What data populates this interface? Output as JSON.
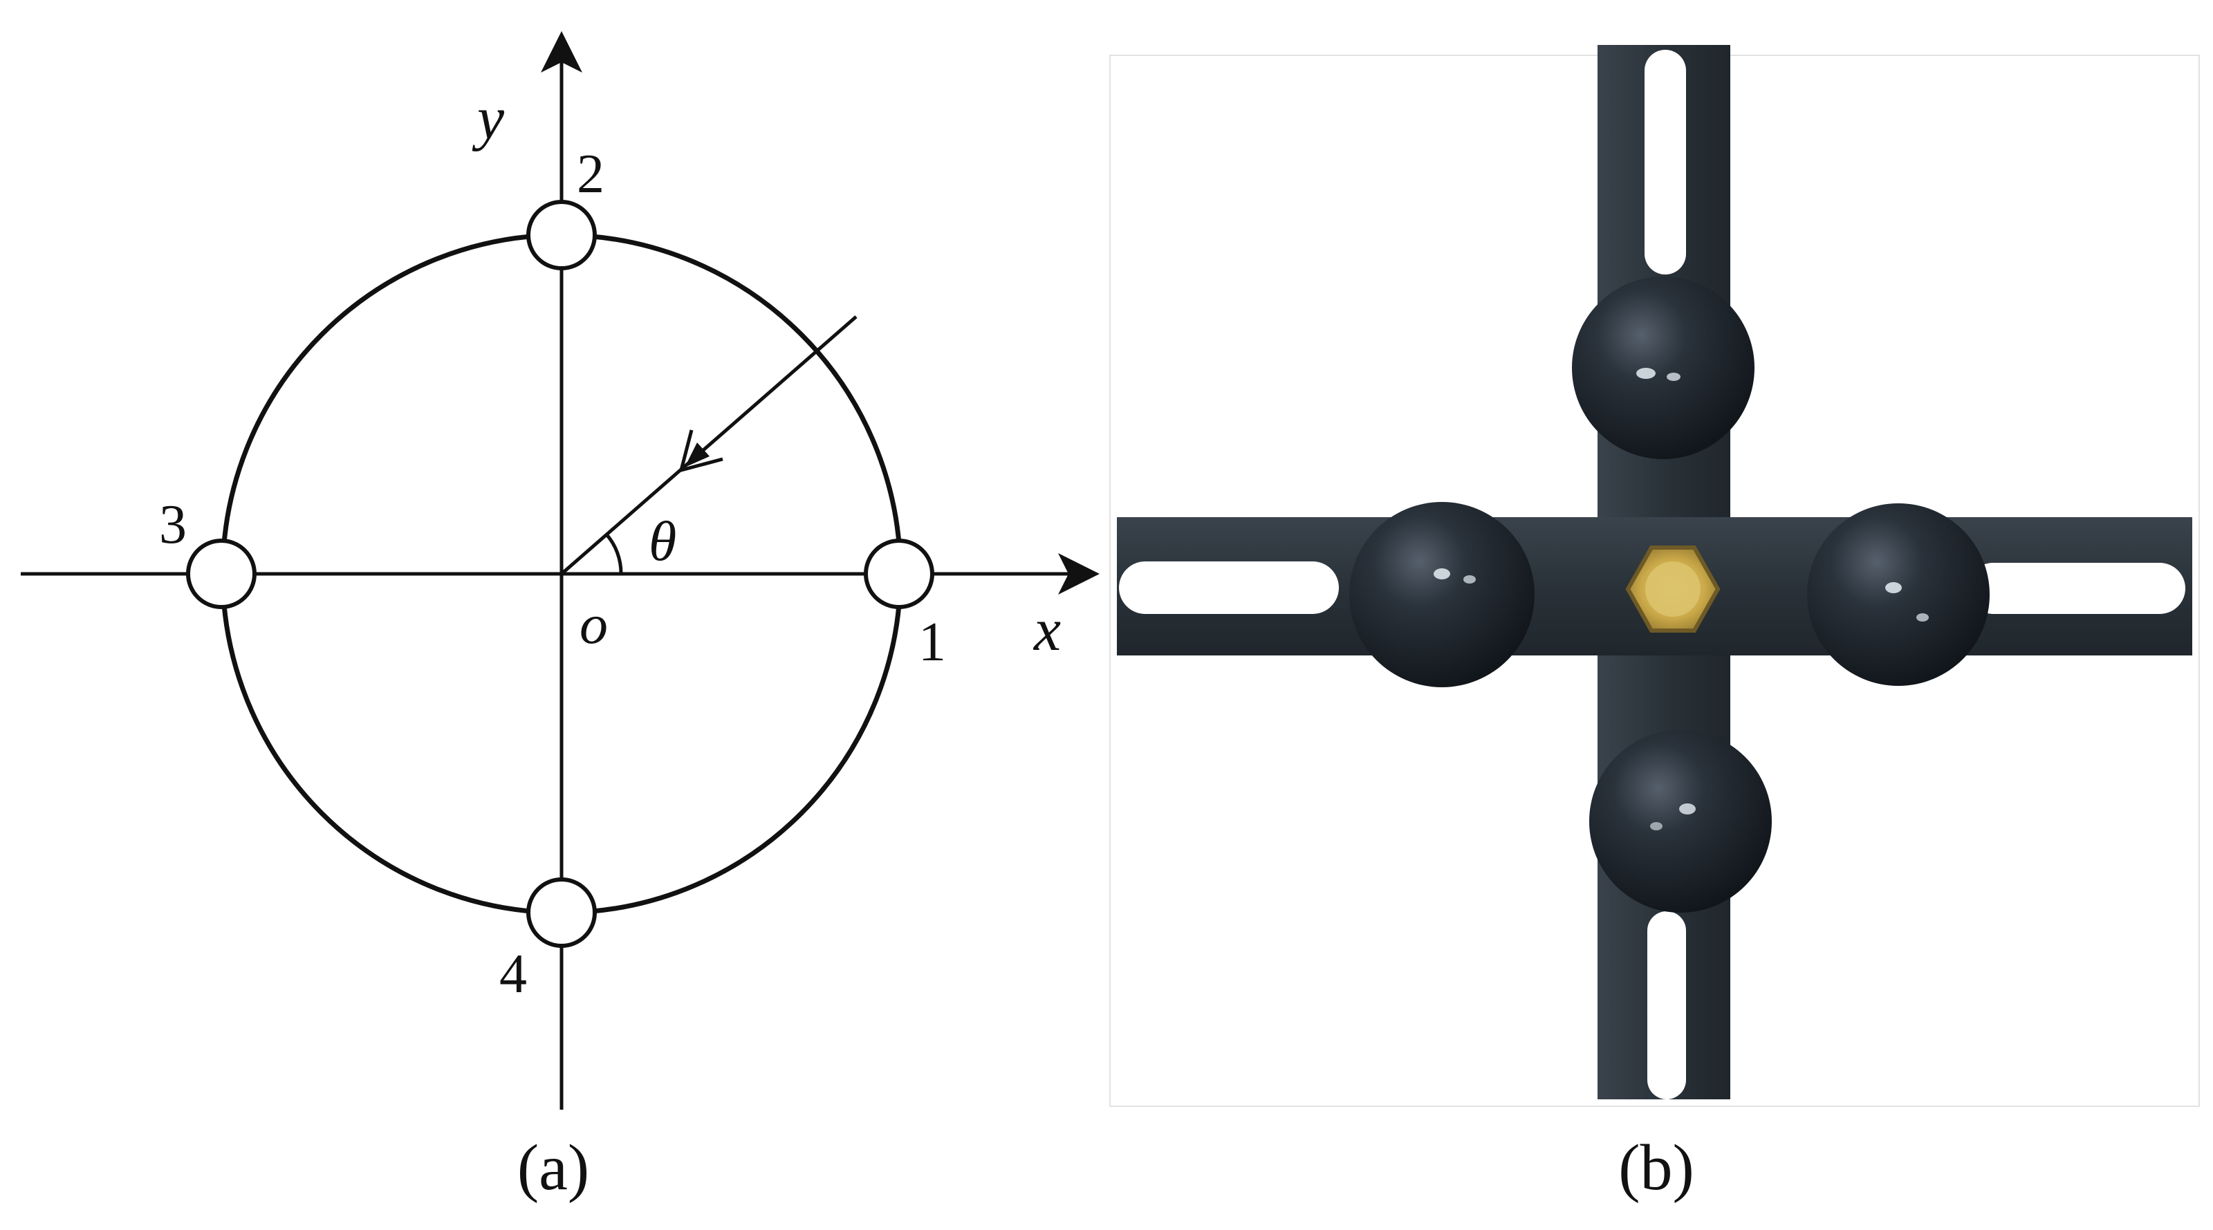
{
  "panel_a": {
    "caption": "(a)",
    "axis_x_label": "x",
    "axis_y_label": "y",
    "origin_label": "o",
    "angle_label": "θ",
    "sensors": [
      {
        "number": "1"
      },
      {
        "number": "2"
      },
      {
        "number": "3"
      },
      {
        "number": "4"
      }
    ]
  },
  "panel_b": {
    "caption": "(b)"
  },
  "colors": {
    "ink": "#111111",
    "bracket_steel": "#2b333b",
    "sphere_dark": "#1c232b",
    "bolt_gold": "#c9a848",
    "background": "#ffffff"
  }
}
